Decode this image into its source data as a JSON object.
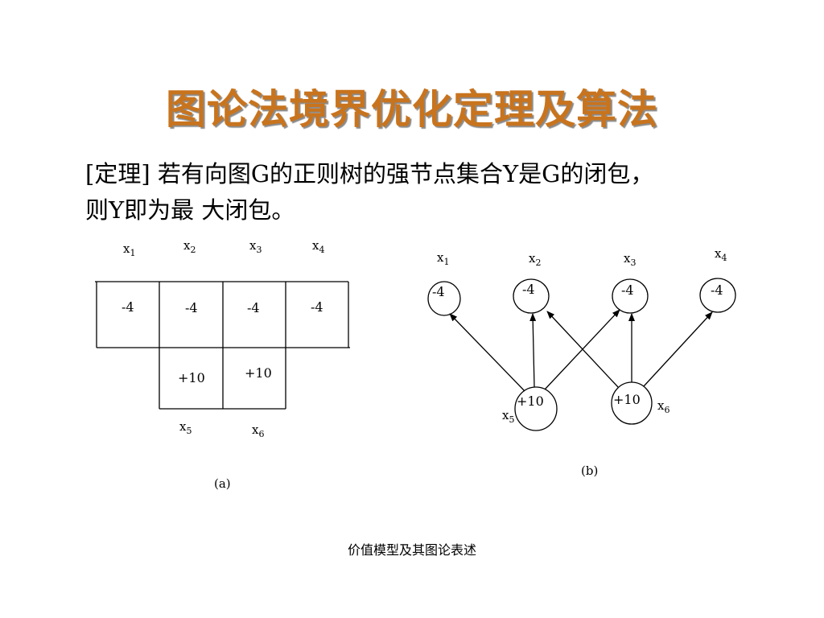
{
  "title": "图论法境界优化定理及算法",
  "theorem": {
    "line1": "[定理] 若有向图G的正则树的强节点集合Y是G的闭包，",
    "line2": "则Y即为最 大闭包。"
  },
  "fig_a": {
    "caption": "(a)",
    "top_labels": [
      {
        "base": "x",
        "sub": "1"
      },
      {
        "base": "x",
        "sub": "2"
      },
      {
        "base": "x",
        "sub": "3"
      },
      {
        "base": "x",
        "sub": "4"
      }
    ],
    "top_values": [
      "-4",
      "-4",
      "-4",
      "-4"
    ],
    "bottom_values": [
      "+10",
      "+10"
    ],
    "bottom_labels": [
      {
        "base": "x",
        "sub": "5"
      },
      {
        "base": "x",
        "sub": "6"
      }
    ]
  },
  "fig_b": {
    "caption": "(b)",
    "top_nodes": [
      {
        "base": "x",
        "sub": "1",
        "value": "-4"
      },
      {
        "base": "x",
        "sub": "2",
        "value": "-4"
      },
      {
        "base": "x",
        "sub": "3",
        "value": "-4"
      },
      {
        "base": "x",
        "sub": "4",
        "value": "-4"
      }
    ],
    "bottom_nodes": [
      {
        "base": "x",
        "sub": "5",
        "value": "+10"
      },
      {
        "base": "x",
        "sub": "6",
        "value": "+10"
      }
    ],
    "edges": [
      {
        "from": "x5",
        "to": "x1"
      },
      {
        "from": "x5",
        "to": "x2"
      },
      {
        "from": "x5",
        "to": "x3"
      },
      {
        "from": "x6",
        "to": "x2"
      },
      {
        "from": "x6",
        "to": "x3"
      },
      {
        "from": "x6",
        "to": "x4"
      }
    ]
  },
  "footer": "价值模型及其图论表述"
}
